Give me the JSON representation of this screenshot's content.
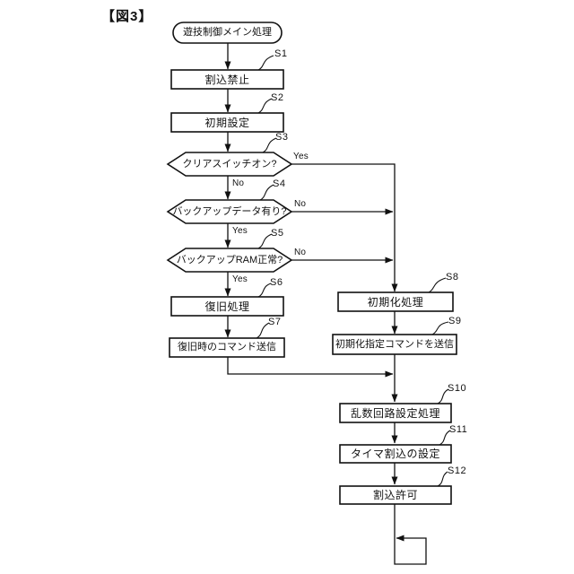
{
  "figure": {
    "title": "【図3】"
  },
  "flowchart": {
    "start": {
      "label": "遊技制御メイン処理"
    },
    "branch": {
      "yes": "Yes",
      "no": "No"
    },
    "steps": [
      {
        "id": "S1",
        "type": "process",
        "label": "割込禁止"
      },
      {
        "id": "S2",
        "type": "process",
        "label": "初期設定"
      },
      {
        "id": "S3",
        "type": "decision",
        "label": "クリアスイッチオン?",
        "yes_direction": "right",
        "no_direction": "down"
      },
      {
        "id": "S4",
        "type": "decision",
        "label": "バックアップデータ有り?",
        "yes_direction": "down",
        "no_direction": "right"
      },
      {
        "id": "S5",
        "type": "decision",
        "label": "バックアップRAM正常?",
        "yes_direction": "down",
        "no_direction": "right"
      },
      {
        "id": "S6",
        "type": "process",
        "label": "復旧処理"
      },
      {
        "id": "S7",
        "type": "process",
        "label": "復旧時のコマンド送信"
      },
      {
        "id": "S8",
        "type": "process",
        "label": "初期化処理"
      },
      {
        "id": "S9",
        "type": "process",
        "label": "初期化指定コマンドを送信"
      },
      {
        "id": "S10",
        "type": "process",
        "label": "乱数回路設定処理"
      },
      {
        "id": "S11",
        "type": "process",
        "label": "タイマ割込の設定"
      },
      {
        "id": "S12",
        "type": "process",
        "label": "割込許可"
      }
    ],
    "end": {
      "type": "endless-loop"
    }
  }
}
